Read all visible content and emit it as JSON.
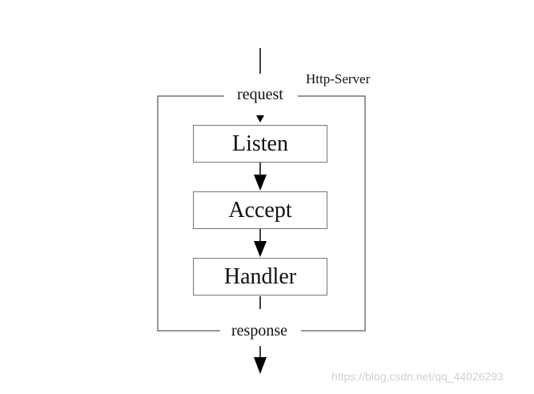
{
  "diagram": {
    "container_label": "Http-Server",
    "input_label": "request",
    "output_label": "response",
    "steps": [
      {
        "label": "Listen"
      },
      {
        "label": "Accept"
      },
      {
        "label": "Handler"
      }
    ]
  },
  "watermark": "https://blog.csdn.net/qq_44026293",
  "colors": {
    "frame": "#777777",
    "text": "#111111",
    "arrow": "#000000",
    "watermark": "#d0d0d0"
  }
}
